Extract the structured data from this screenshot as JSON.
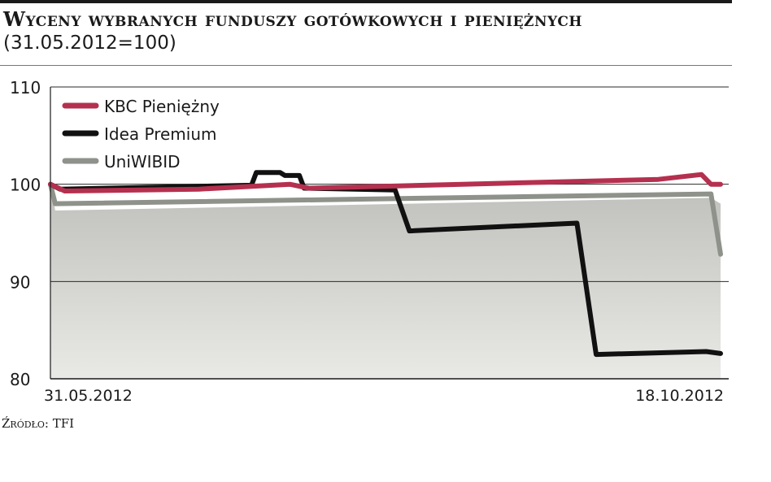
{
  "title": {
    "main": "Wyceny wybranych funduszy gotówkowych i pieniężnych",
    "date_note": "(31.05.2012=100)"
  },
  "source": "Źródło: TFI",
  "chart_data": {
    "type": "line",
    "title": "Wyceny wybranych funduszy gotówkowych i pieniężnych (31.05.2012=100)",
    "xlabel": "",
    "ylabel": "",
    "x_tick_labels": [
      "31.05.2012",
      "18.10.2012"
    ],
    "xlim": [
      "2012-05-31",
      "2012-10-18"
    ],
    "ylim": [
      80,
      110
    ],
    "y_ticks": [
      80,
      90,
      100,
      110
    ],
    "grid": true,
    "legend_position": "top-left",
    "series": [
      {
        "name": "KBC Pieniężny",
        "color": "#b5304f",
        "points": [
          [
            "2012-05-31",
            100.0
          ],
          [
            "2012-06-03",
            99.3
          ],
          [
            "2012-07-01",
            99.5
          ],
          [
            "2012-07-20",
            100.0
          ],
          [
            "2012-07-24",
            99.6
          ],
          [
            "2012-08-25",
            100.0
          ],
          [
            "2012-10-05",
            100.5
          ],
          [
            "2012-10-14",
            101.0
          ],
          [
            "2012-10-16",
            100.0
          ],
          [
            "2012-10-18",
            100.0
          ]
        ]
      },
      {
        "name": "Idea Premium",
        "color": "#111111",
        "points": [
          [
            "2012-05-31",
            100.0
          ],
          [
            "2012-06-02",
            99.5
          ],
          [
            "2012-07-12",
            99.9
          ],
          [
            "2012-07-13",
            101.2
          ],
          [
            "2012-07-18",
            101.2
          ],
          [
            "2012-07-19",
            100.9
          ],
          [
            "2012-07-22",
            100.9
          ],
          [
            "2012-07-23",
            99.6
          ],
          [
            "2012-08-11",
            99.4
          ],
          [
            "2012-08-14",
            95.2
          ],
          [
            "2012-09-18",
            96.0
          ],
          [
            "2012-09-22",
            82.5
          ],
          [
            "2012-10-15",
            82.8
          ],
          [
            "2012-10-18",
            82.6
          ]
        ]
      },
      {
        "name": "UniWIBID",
        "color": "#8e928a",
        "points": [
          [
            "2012-05-31",
            100.0
          ],
          [
            "2012-06-01",
            98.0
          ],
          [
            "2012-10-16",
            99.0
          ],
          [
            "2012-10-18",
            92.8
          ]
        ]
      }
    ],
    "area_fill": {
      "color": "#bfc0bb",
      "bottom_color": "#e9e9e6",
      "upper": [
        [
          "2012-05-31",
          100.0
        ],
        [
          "2012-06-01",
          97.3
        ],
        [
          "2012-10-16",
          98.6
        ],
        [
          "2012-10-18",
          98.0
        ]
      ]
    }
  }
}
